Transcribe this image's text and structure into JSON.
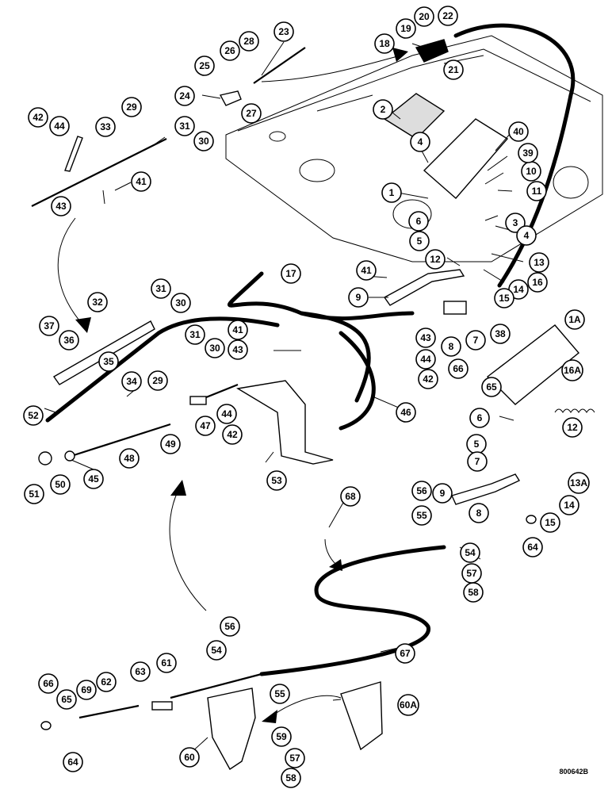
{
  "drawing_code": "800642B",
  "callouts": [
    "1",
    "1A",
    "2",
    "3",
    "4",
    "5",
    "6",
    "7",
    "8",
    "9",
    "10",
    "11",
    "12",
    "13",
    "13A",
    "14",
    "15",
    "16",
    "16A",
    "17",
    "18",
    "19",
    "20",
    "21",
    "22",
    "23",
    "24",
    "25",
    "26",
    "27",
    "28",
    "29",
    "30",
    "31",
    "32",
    "33",
    "34",
    "35",
    "36",
    "37",
    "38",
    "39",
    "40",
    "41",
    "42",
    "43",
    "44",
    "45",
    "46",
    "47",
    "48",
    "49",
    "50",
    "51",
    "52",
    "53",
    "54",
    "55",
    "56",
    "57",
    "58",
    "59",
    "60",
    "60A",
    "61",
    "62",
    "63",
    "64",
    "65",
    "66",
    "67",
    "68",
    "69"
  ]
}
